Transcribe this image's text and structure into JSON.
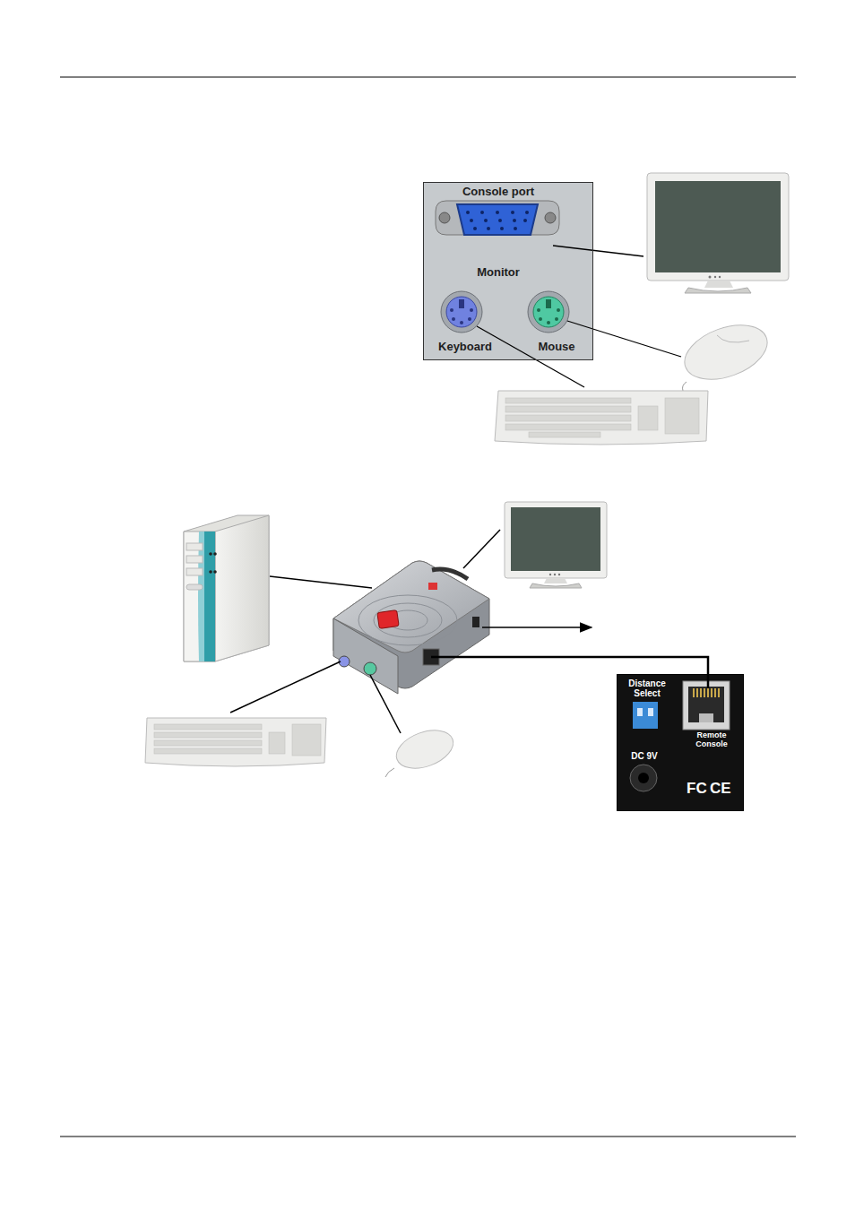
{
  "diagram": {
    "nodes": [
      {
        "text": [
          "Console port",
          "Monitor",
          "Keyboard",
          "Mouse"
        ]
      },
      {
        "text": [
          "Distance Select",
          "Remote Console",
          "DC 9V"
        ]
      }
    ],
    "labels": [
      "FC",
      "CE"
    ]
  }
}
